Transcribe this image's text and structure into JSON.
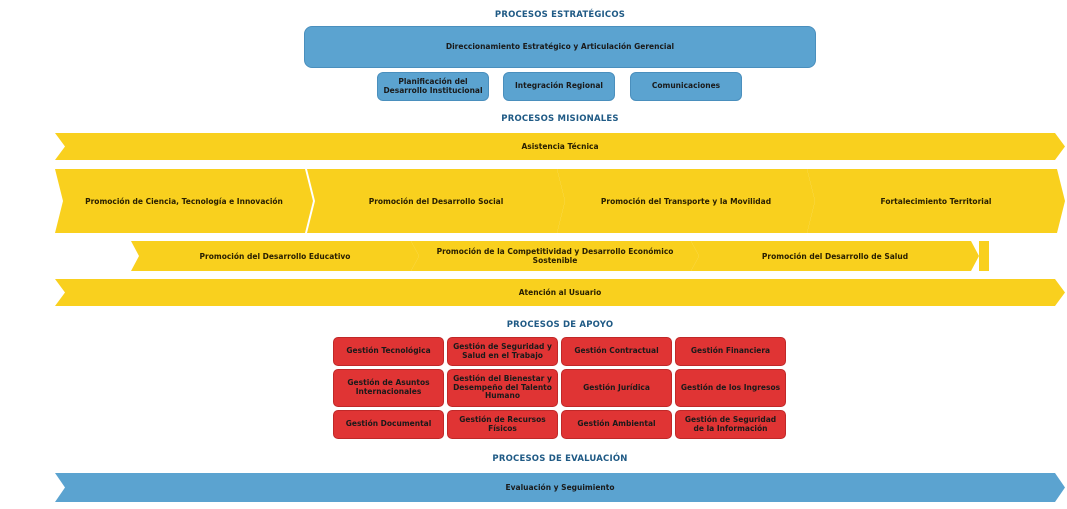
{
  "strategic": {
    "title": "PROCESOS ESTRATÉGICOS",
    "main": "Direccionamiento Estratégico y Articulación Gerencial",
    "items": [
      "Planificación del Desarrollo Institucional",
      "Integración Regional",
      "Comunicaciones"
    ]
  },
  "missional": {
    "title": "PROCESOS MISIONALES",
    "top": "Asistencia Técnica",
    "row1": [
      "Promoción de Ciencia, Tecnología e Innovación",
      "Promoción del Desarrollo Social",
      "Promoción del Transporte y la Movilidad",
      "Fortalecimiento Territorial"
    ],
    "row2": [
      "Promoción del Desarrollo Educativo",
      "Promoción de la Competitividad y Desarrollo Económico Sostenible",
      "Promoción del Desarrollo de Salud"
    ],
    "bottom": "Atención al Usuario"
  },
  "support": {
    "title": "PROCESOS DE APOYO",
    "items": [
      "Gestión Tecnológica",
      "Gestión de Seguridad y Salud en el Trabajo",
      "Gestión Contractual",
      "Gestión Financiera",
      "Gestión de Asuntos Internacionales",
      "Gestión del Bienestar y Desempeño del Talento Humano",
      "Gestión Jurídica",
      "Gestión de los Ingresos",
      "Gestión Documental",
      "Gestión de Recursos Físicos",
      "Gestión Ambiental",
      "Gestión de Seguridad de la Información"
    ]
  },
  "evaluation": {
    "title": "PROCESOS DE EVALUACIÓN",
    "main": "Evaluación y Seguimiento"
  },
  "colors": {
    "blue": "#5ba3d0",
    "yellow": "#f9d01e",
    "red": "#e03434",
    "title": "#1f5a85"
  }
}
